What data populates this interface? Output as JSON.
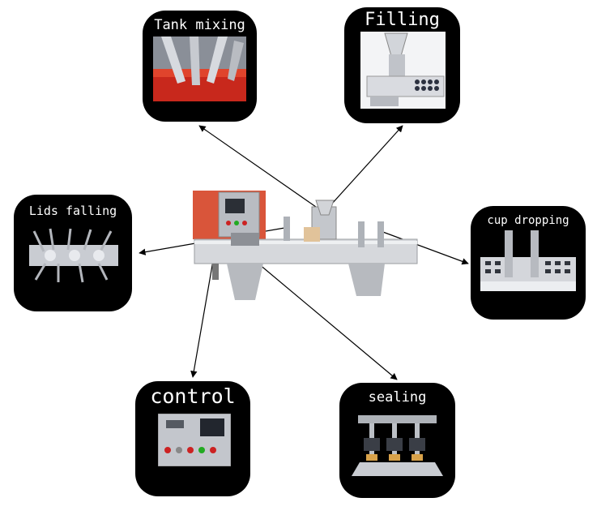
{
  "diagram": {
    "center": "packaging-machine",
    "stages": [
      {
        "id": "tank-mixing",
        "label": "Tank mixing",
        "icon": "tank-mixing-photo"
      },
      {
        "id": "filling",
        "label": "Filling",
        "icon": "filling-station-photo"
      },
      {
        "id": "lids-falling",
        "label": "Lids falling",
        "icon": "lid-dropper-photo"
      },
      {
        "id": "cup-dropping",
        "label": "cup dropping",
        "icon": "cup-dropper-photo"
      },
      {
        "id": "control",
        "label": "control",
        "icon": "control-panel-photo"
      },
      {
        "id": "sealing",
        "label": "sealing",
        "icon": "sealing-heads-photo"
      }
    ],
    "colors": {
      "card": "#000000",
      "label": "#ffffff",
      "arrow": "#000000",
      "steel": "#c9ccd2",
      "panel_red": "#d9553a"
    }
  }
}
